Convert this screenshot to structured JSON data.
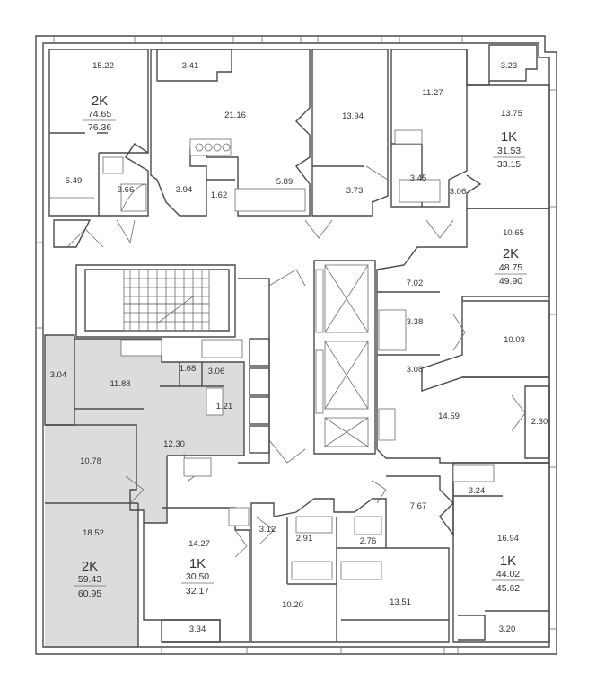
{
  "rooms": [
    {
      "id": "r1",
      "area": "15.22"
    },
    {
      "id": "r2",
      "area": "3.41"
    },
    {
      "id": "r3",
      "area": "21.16"
    },
    {
      "id": "r4",
      "area": "13.94"
    },
    {
      "id": "r5",
      "area": "11.27"
    },
    {
      "id": "r6",
      "area": "3.23"
    },
    {
      "id": "r7",
      "area": "13.75"
    },
    {
      "id": "r8",
      "area": "5.49"
    },
    {
      "id": "r9",
      "area": "3.66"
    },
    {
      "id": "r10",
      "area": "3.94"
    },
    {
      "id": "r11",
      "area": "1.62"
    },
    {
      "id": "r12",
      "area": "5.89"
    },
    {
      "id": "r13",
      "area": "3.73"
    },
    {
      "id": "r14",
      "area": "3.45"
    },
    {
      "id": "r15",
      "area": "3.06"
    },
    {
      "id": "r16",
      "area": "10.65"
    },
    {
      "id": "r17",
      "area": "7.02"
    },
    {
      "id": "r18",
      "area": "3.38"
    },
    {
      "id": "r19",
      "area": "10.03"
    },
    {
      "id": "r20",
      "area": "3.04"
    },
    {
      "id": "r21",
      "area": "11.88"
    },
    {
      "id": "r22",
      "area": "1.68"
    },
    {
      "id": "r23",
      "area": "3.06"
    },
    {
      "id": "r24",
      "area": "1.21"
    },
    {
      "id": "r25",
      "area": "3.08"
    },
    {
      "id": "r26",
      "area": "14.59"
    },
    {
      "id": "r27",
      "area": "2.30"
    },
    {
      "id": "r28",
      "area": "12.30"
    },
    {
      "id": "r29",
      "area": "10.78"
    },
    {
      "id": "r30",
      "area": "3.24"
    },
    {
      "id": "r31",
      "area": "7.67"
    },
    {
      "id": "r32",
      "area": "18.52"
    },
    {
      "id": "r33",
      "area": "14.27"
    },
    {
      "id": "r34",
      "area": "3.12"
    },
    {
      "id": "r35",
      "area": "2.91"
    },
    {
      "id": "r36",
      "area": "2.76"
    },
    {
      "id": "r37",
      "area": "16.94"
    },
    {
      "id": "r38",
      "area": "10.20"
    },
    {
      "id": "r39",
      "area": "13.51"
    },
    {
      "id": "r40",
      "area": "3.34"
    },
    {
      "id": "r41",
      "area": "3.20"
    }
  ],
  "apartments": [
    {
      "id": "a1",
      "type": "2K",
      "living": "74.65",
      "total": "76.36"
    },
    {
      "id": "a2",
      "type": "1K",
      "living": "31.53",
      "total": "33.15"
    },
    {
      "id": "a3",
      "type": "2K",
      "living": "48.75",
      "total": "49.90"
    },
    {
      "id": "a4",
      "type": "2K",
      "living": "59.43",
      "total": "60.95"
    },
    {
      "id": "a5",
      "type": "1K",
      "living": "30.50",
      "total": "32.17"
    },
    {
      "id": "a6",
      "type": "1K",
      "living": "44.02",
      "total": "45.62"
    }
  ],
  "highlighted_apartment": "a4",
  "colors": {
    "wall": "#4a4a4a",
    "highlight": "#dcdcdc",
    "text": "#333333"
  }
}
